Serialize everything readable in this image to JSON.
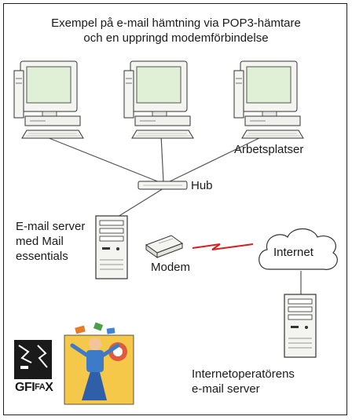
{
  "diagram": {
    "title_line1": "Exempel på e-mail hämtning via POP3-hämtare",
    "title_line2": "och en uppringd modemförbindelse",
    "workstations_label": "Arbetsplatser",
    "hub_label": "Hub",
    "email_server_label_line1": "E-mail server",
    "email_server_label_line2": "med Mail",
    "email_server_label_line3": "essentials",
    "modem_label": "Modem",
    "internet_label": "Internet",
    "isp_server_label_line1": "Internetoperatörens",
    "isp_server_label_line2": "e-mail server"
  },
  "logo": {
    "text_main": "GFI",
    "text_fa": "FA",
    "text_x": "X"
  },
  "colors": {
    "connection_line": "#555555",
    "dialup_link": "#d62020",
    "screen": "#dff0d6",
    "device": "#f4f4f0",
    "outline": "#333333"
  }
}
